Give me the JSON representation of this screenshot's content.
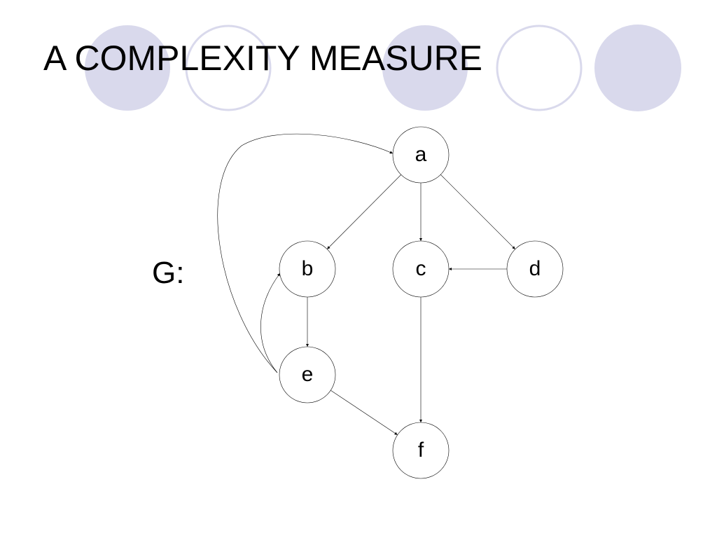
{
  "slide": {
    "title": "A COMPLEXITY MEASURE",
    "graph_label": "G:"
  },
  "theme": {
    "circle_fill": "#d9d9ec",
    "circle_stroke": "#d9d9ec",
    "text_color": "#000000"
  },
  "graph": {
    "nodes": [
      {
        "id": "a",
        "label": "a"
      },
      {
        "id": "b",
        "label": "b"
      },
      {
        "id": "c",
        "label": "c"
      },
      {
        "id": "d",
        "label": "d"
      },
      {
        "id": "e",
        "label": "e"
      },
      {
        "id": "f",
        "label": "f"
      }
    ],
    "edges": [
      {
        "from": "a",
        "to": "b"
      },
      {
        "from": "a",
        "to": "c"
      },
      {
        "from": "a",
        "to": "d"
      },
      {
        "from": "d",
        "to": "c"
      },
      {
        "from": "b",
        "to": "e"
      },
      {
        "from": "c",
        "to": "f"
      },
      {
        "from": "e",
        "to": "f"
      },
      {
        "from": "e",
        "to": "b"
      },
      {
        "from": "e",
        "to": "a"
      }
    ]
  }
}
